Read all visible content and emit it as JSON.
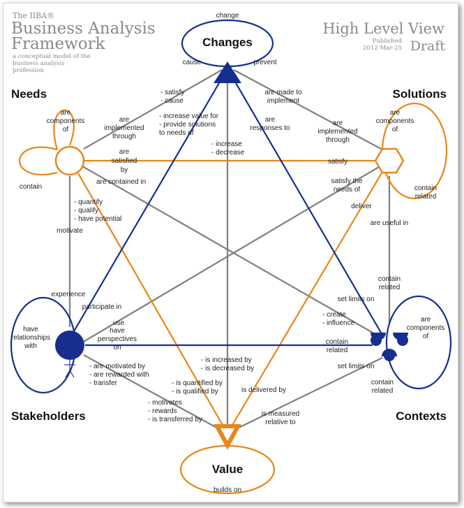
{
  "header": {
    "org": "The IIBA®",
    "title_line1": "Business Analysis",
    "title_line2": "Framework",
    "subtitle_lines": [
      "a conceptual model of the",
      "business analysis",
      "profession"
    ],
    "view_title": "High Level View",
    "status_published": "Published",
    "status_date": "2012-Mar-25",
    "status_draft": "Draft"
  },
  "colors": {
    "orange": "#e8861a",
    "blue": "#162f8f",
    "gray": "#7f7f7f"
  },
  "concepts": {
    "changes": "Changes",
    "needs": "Needs",
    "solutions": "Solutions",
    "stakeholders": "Stakeholders",
    "contexts": "Contexts",
    "value": "Value"
  },
  "labels": {
    "change": "change",
    "cause": "cause",
    "prevent": "prevent",
    "needs_are_components": [
      "are",
      "components",
      "of"
    ],
    "needs_contain": "contain",
    "solutions_are_components": [
      "are",
      "components",
      "of"
    ],
    "solutions_contain_related": [
      "contain",
      "related"
    ],
    "contexts_are_components": [
      "are",
      "components",
      "of"
    ],
    "contexts_contain_related": [
      "contain",
      "related"
    ],
    "stakeholders_have_relationships": [
      "have",
      "relationships",
      "with"
    ],
    "value_builds_on": "builds on",
    "satisfy_cause": [
      "- satisfy",
      "- cause"
    ],
    "are_implemented_through_left": [
      "are",
      "implemented",
      "through"
    ],
    "increase_value_for": [
      "- increase value for",
      "- provide solutions",
      "  to needs of"
    ],
    "increase_decrease": [
      "- increase",
      "- decrease"
    ],
    "are_made_to_implement": [
      "are made to",
      "implement"
    ],
    "are_responses_to": [
      "are",
      "responses to"
    ],
    "are_implemented_through_right": [
      "are",
      "implemented",
      "through"
    ],
    "are_satisfied_by": [
      "are",
      "satisfied",
      "by"
    ],
    "satisfy": "satisfy",
    "are_contained_in": "are contained in",
    "satisfy_the_needs_of": [
      "satisfy the",
      "needs of"
    ],
    "deliver": "deliver",
    "quantify_qualify": [
      "- quantify",
      "- qualify",
      "- have potential"
    ],
    "motivate": "motivate",
    "are_useful_in": "are useful in",
    "contain_related_mid": [
      "contain",
      "related"
    ],
    "experience": "experience",
    "participate_in": "participate in",
    "use": "use",
    "set_limits_on_upper": "set limits on",
    "create_influence": [
      "- create",
      "- influence"
    ],
    "have_perspectives_on": [
      "have",
      "perspectives",
      "on"
    ],
    "contain_related_right": [
      "contain",
      "related"
    ],
    "set_limits_on_lower": "set limits on",
    "is_increased_by": [
      "- is increased by",
      "- is decreased by"
    ],
    "are_motivated_by": [
      "- are motivated by",
      "- are rewarded with",
      "- transfer"
    ],
    "is_quantified_by": [
      "- is quantified by",
      "- is qualified by"
    ],
    "is_delivered_by": "is delivered by",
    "motivates_rewards": [
      "- motivates",
      "- rewards",
      "- is transferred by"
    ],
    "is_measured_relative_to": [
      "is measured",
      "relative to"
    ]
  }
}
